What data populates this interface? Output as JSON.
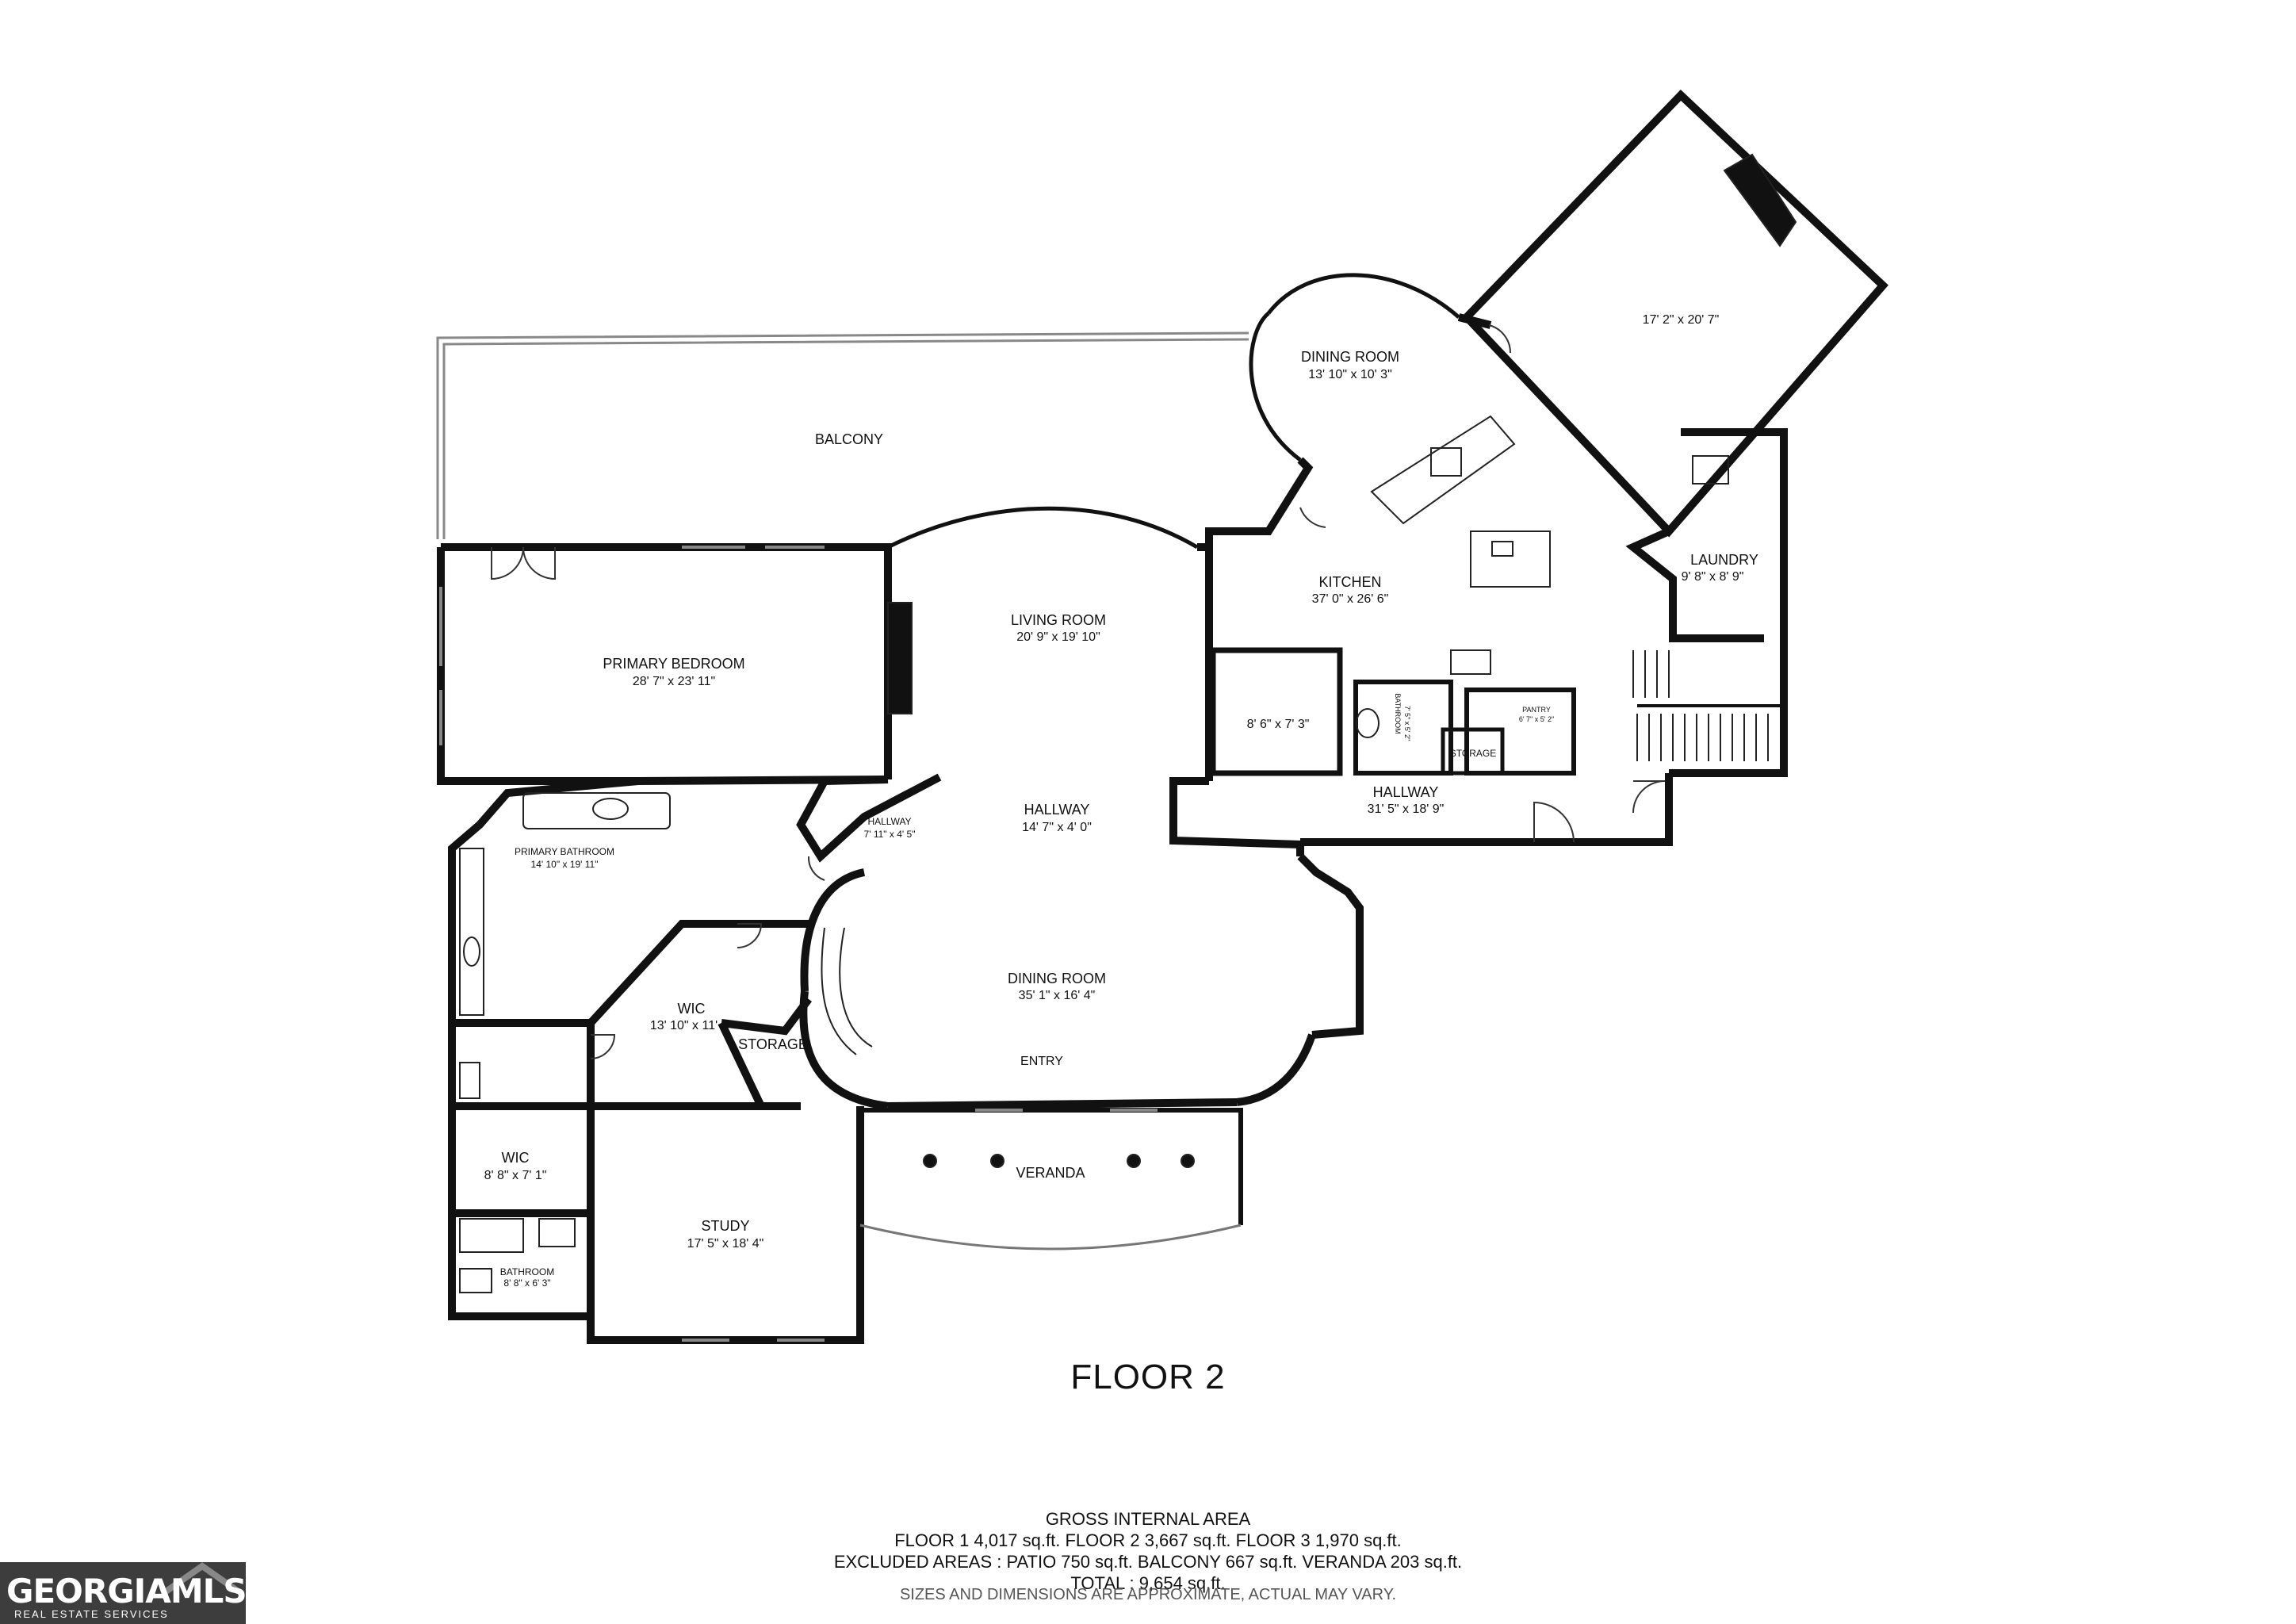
{
  "floor_title": "FLOOR 2",
  "rooms": {
    "balcony": {
      "name": "BALCONY"
    },
    "dining_room_upper": {
      "name": "DINING ROOM",
      "dims": "13' 10\" x 10' 3\""
    },
    "bonus_room": {
      "dims": "17' 2\" x 20' 7\""
    },
    "kitchen": {
      "name": "KITCHEN",
      "dims": "37' 0\" x 26' 6\""
    },
    "laundry": {
      "name": "LAUNDRY",
      "dims": "9' 8\" x 8' 9\""
    },
    "living_room": {
      "name": "LIVING ROOM",
      "dims": "20' 9\" x 19' 10\""
    },
    "primary_bedroom": {
      "name": "PRIMARY BEDROOM",
      "dims": "28' 7\" x 23' 11\""
    },
    "closet_small": {
      "dims": "8' 6\" x 7' 3\""
    },
    "bathroom_small": {
      "name": "BATHROOM",
      "dims": "7' 5\" x 5' 2\""
    },
    "pantry": {
      "name": "PANTRY",
      "dims": "6' 7\" x 5' 2\""
    },
    "storage_kitchen": {
      "name": "STORAGE"
    },
    "hallway_right": {
      "name": "HALLWAY",
      "dims": "31' 5\" x 18' 9\""
    },
    "hallway_center": {
      "name": "HALLWAY",
      "dims": "14' 7\" x 4' 0\""
    },
    "hallway_small": {
      "name": "HALLWAY",
      "dims": "7' 11\" x 4' 5\""
    },
    "primary_bathroom": {
      "name": "PRIMARY BATHROOM",
      "dims": "14' 10\" x 19' 11\""
    },
    "wic_large": {
      "name": "WIC",
      "dims": "13' 10\" x 11' 2\""
    },
    "storage_stair": {
      "name": "STORAGE"
    },
    "dining_room_main": {
      "name": "DINING ROOM",
      "dims": "35' 1\" x 16' 4\""
    },
    "entry": {
      "name": "ENTRY"
    },
    "wic_small": {
      "name": "WIC",
      "dims": "8' 8\" x 7' 1\""
    },
    "study": {
      "name": "STUDY",
      "dims": "17' 5\" x 18' 4\""
    },
    "veranda": {
      "name": "VERANDA"
    },
    "bathroom": {
      "name": "BATHROOM",
      "dims": "8' 8\" x 6' 3\""
    }
  },
  "area_summary": {
    "heading": "GROSS INTERNAL AREA",
    "floors_line": "FLOOR 1 4,017 sq.ft.   FLOOR 2 3,667 sq.ft.   FLOOR 3 1,970 sq.ft.",
    "excluded_line": "EXCLUDED AREAS :  PATIO 750 sq.ft.   BALCONY 667 sq.ft.   VERANDA 203 sq.ft.",
    "total_line": "TOTAL :  9,654 sq.ft."
  },
  "disclaimer": "SIZES AND DIMENSIONS ARE APPROXIMATE, ACTUAL MAY VARY.",
  "logo": {
    "main": "GEORGIAMLS",
    "sub": "REAL ESTATE SERVICES"
  },
  "colors": {
    "wall": "#111111",
    "logo_bg": "#3d3d3d"
  }
}
